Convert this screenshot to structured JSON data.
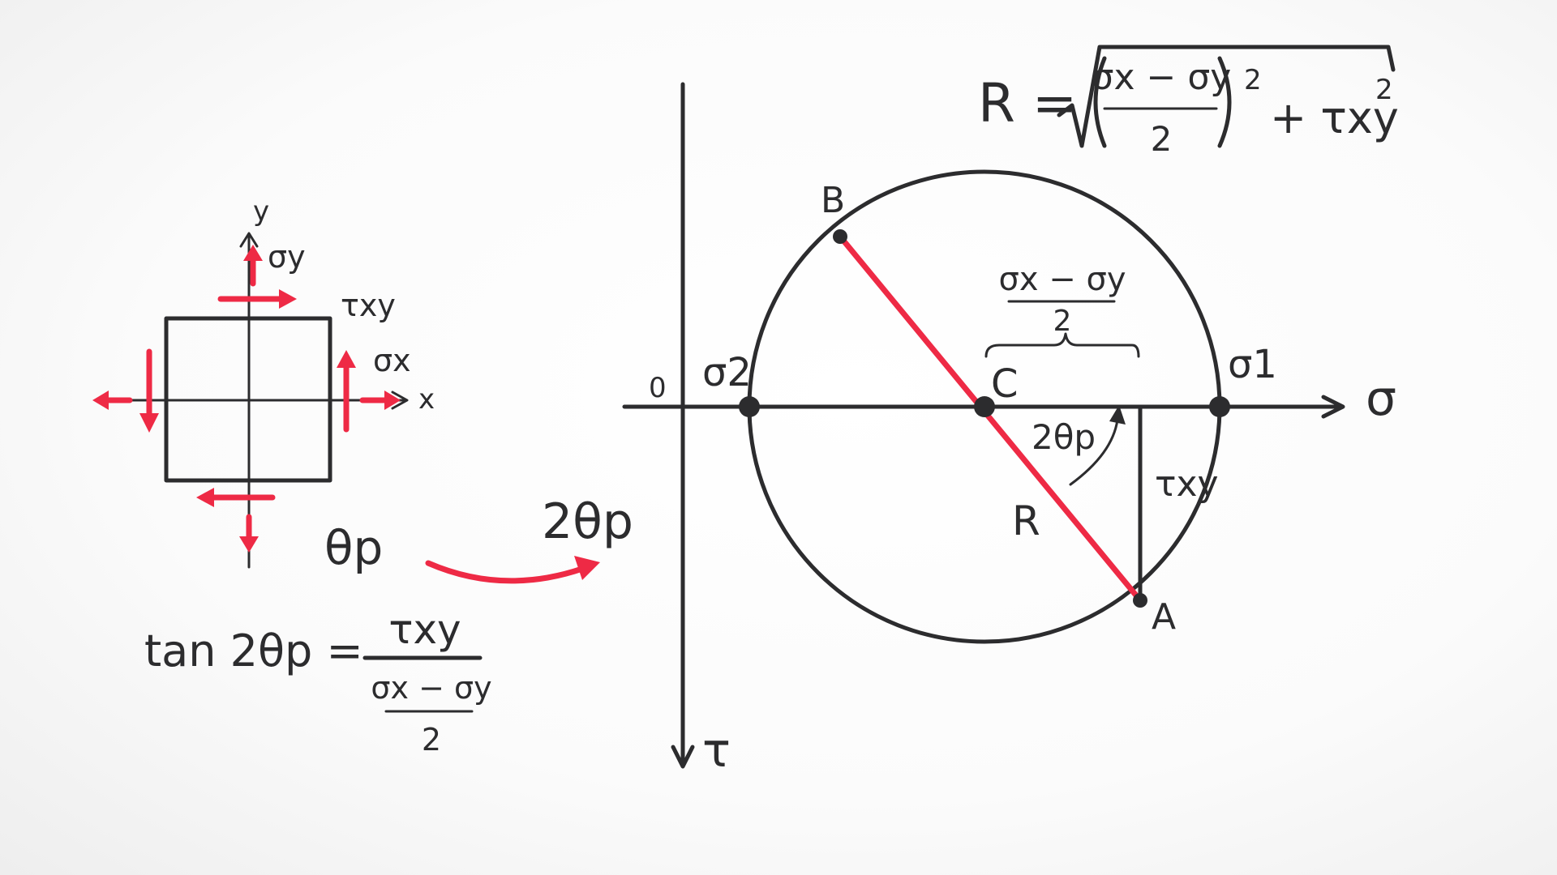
{
  "element": {
    "axis_x": "x",
    "axis_y": "y",
    "sigma_x": "σx",
    "sigma_y": "σy",
    "tau_xy": "τxy",
    "theta_p": "θp"
  },
  "formula_tan": {
    "lhs": "tan 2θp =",
    "numerator": "τxy",
    "inner_numerator": "σx − σy",
    "inner_denominator": "2"
  },
  "arrow_label": "2θp",
  "mohr": {
    "origin": "0",
    "sigma_axis": "σ",
    "tau_axis": "τ",
    "sigma_1": "σ1",
    "sigma_2": "σ2",
    "point_a": "A",
    "point_b": "B",
    "point_c": "C",
    "radius_label": "R",
    "angle_label": "2θp",
    "tau_segment": "τxy",
    "brace_numerator": "σx − σy",
    "brace_denominator": "2"
  },
  "formula_r": {
    "lhs": "R =",
    "numerator": "σx − σy",
    "denominator": "2",
    "exp1": "2",
    "term2": "+ τxy",
    "exp2": "2"
  },
  "colors": {
    "ink": "#2c2c2e",
    "accent": "#ee2a45",
    "background": "#ffffff"
  }
}
